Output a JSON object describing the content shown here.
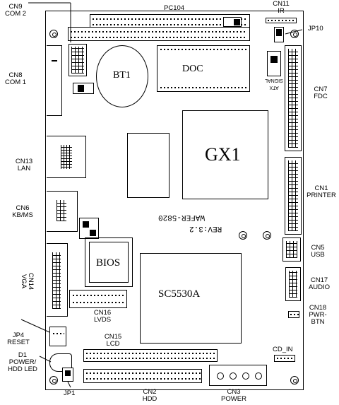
{
  "labels": {
    "pc104": "PC104",
    "cn11": "CN11",
    "ir": "IR",
    "jp10": "JP10",
    "cn9": "CN9",
    "com2": "COM 2",
    "cn8": "CN8",
    "com1": "COM 1",
    "cn7": "CN7",
    "fdc": "FDC",
    "cn13": "CN13",
    "lan": "LAN",
    "cn1": "CN1",
    "printer": "PRINTER",
    "cn6": "CN6",
    "kbms": "KB/MS",
    "cn5": "CN5",
    "usb": "USB",
    "cn14": "CN14",
    "vga": "VGA",
    "cn17": "CN17",
    "audio": "AUDIO",
    "cn18": "CN18",
    "pwr": "PWR-",
    "btn": "BTN",
    "cn16": "CN16",
    "lvds": "LVDS",
    "jp4": "JP4",
    "reset": "RESET",
    "cn15": "CN15",
    "lcd": "LCD",
    "d1": "D1",
    "power_hdd": "POWER/",
    "hdd_led": "HDD LED",
    "cd_in": "CD_IN",
    "jp1": "JP1",
    "cn2": "CN2",
    "hdd": "HDD",
    "cn3": "CN3",
    "power": "POWER"
  },
  "chips": {
    "bt1": "BT1",
    "doc": "DOC",
    "gx1": "GX1",
    "bios": "BIOS",
    "sc5530a": "SC5530A",
    "wafer": "WAFER-5820",
    "rev": "REV:3.2",
    "atx1": "ATX",
    "atx2": "SIGNAL"
  }
}
